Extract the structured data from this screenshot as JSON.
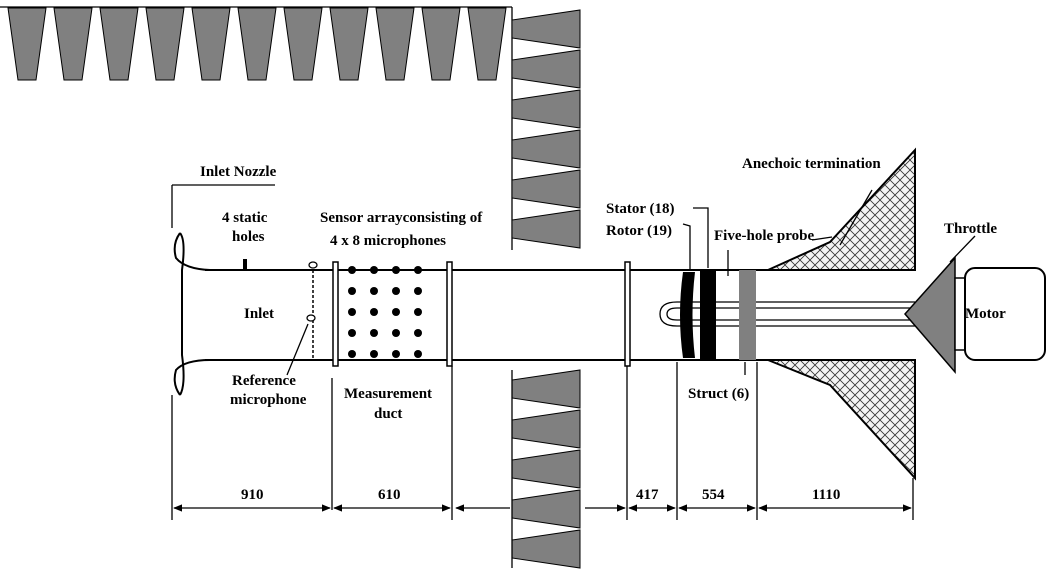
{
  "labels": {
    "inlet_nozzle": "Inlet Nozzle",
    "static_holes_1": "4 static",
    "static_holes_2": "holes",
    "sensor_array_1": "Sensor arrayconsisting of",
    "sensor_array_2": "4 x 8 microphones",
    "inlet": "Inlet",
    "reference_mic_1": "Reference",
    "reference_mic_2": "microphone",
    "measurement_duct_1": "Measurement",
    "measurement_duct_2": "duct",
    "stator": "Stator (18)",
    "rotor": "Rotor (19)",
    "five_hole_probe": "Five-hole probe",
    "anechoic_termination": "Anechoic termination",
    "throttle": "Throttle",
    "motor": "Motor",
    "struct": "Struct (6)"
  },
  "dimensions": [
    "910",
    "610",
    "417",
    "554",
    "1110"
  ],
  "colors": {
    "wedge_fill": "#808080",
    "mesh_fill": "#f4f4f4",
    "rotor_fill": "#000000",
    "struct_fill": "#808080",
    "throttle_fill": "#808080"
  }
}
